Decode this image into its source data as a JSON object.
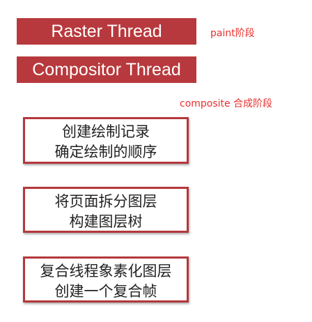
{
  "threads": {
    "raster": "Raster Thread",
    "compositor": "Compositor Thread"
  },
  "notes": {
    "paint": "paint阶段",
    "composite": "composite 合成阶段"
  },
  "steps": [
    {
      "line1": "创建绘制记录",
      "line2": "确定绘制的顺序"
    },
    {
      "line1": "将页面拆分图层",
      "line2": "构建图层树"
    },
    {
      "line1": "复合线程象素化图层",
      "line2": "创建一个复合帧"
    }
  ],
  "colors": {
    "thread_bar": "#b8393d",
    "note_text": "#e8302e",
    "box_border": "#b4373b"
  }
}
